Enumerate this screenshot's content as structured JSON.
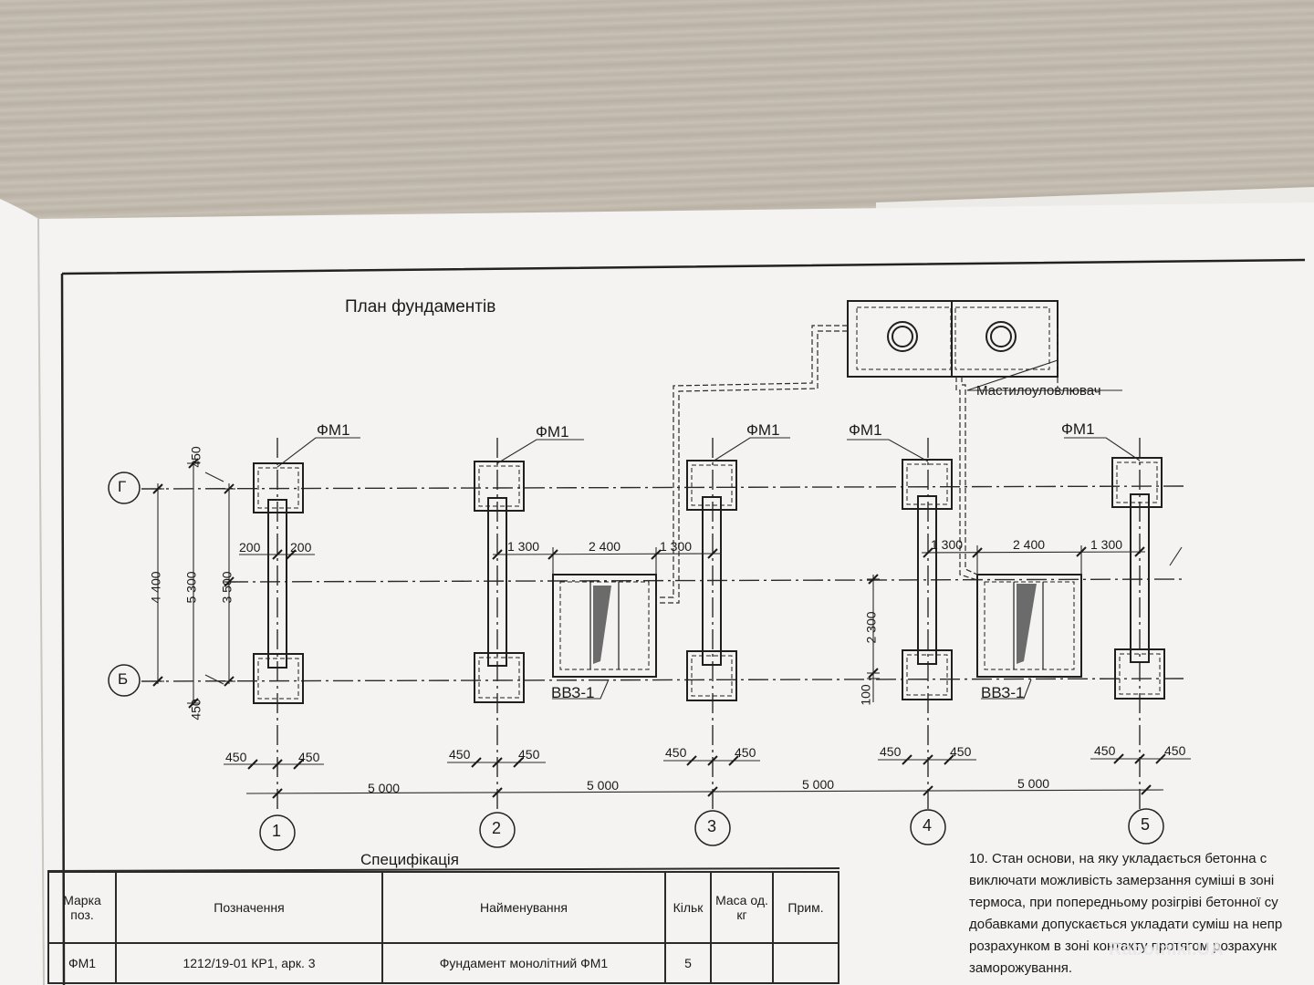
{
  "drawing": {
    "title": "План фундаментів",
    "grease_trap_label": "Мастилоуловлювач",
    "foundation_mark": "ФМ1",
    "pit_mark": "ВВЗ-1",
    "row_axes": [
      "Г",
      "Б"
    ],
    "column_axes": [
      "1",
      "2",
      "3",
      "4",
      "5"
    ],
    "dimensions": {
      "d450": "450",
      "d200": "200",
      "d1300": "1 300",
      "d2400": "2 400",
      "d4400": "4 400",
      "d5300": "5 300",
      "d3500": "3 500",
      "d2300": "2 300",
      "d100": "100",
      "d5000": "5 000"
    }
  },
  "specification": {
    "title": "Специфікація",
    "headers": {
      "mark": "Марка поз.",
      "designation": "Позначення",
      "name": "Найменування",
      "qty": "Кільк",
      "mass": "Маса од. кг",
      "note": "Прим."
    },
    "rows": [
      {
        "mark": "ФМ1",
        "designation": "1212/19-01 КР1, арк. 3",
        "name": "Фундамент монолітний ФМ1",
        "qty": "5",
        "mass": "",
        "note": ""
      }
    ]
  },
  "notes_text": [
    "10. Стан основи, на яку укладається бетонна с",
    "виключати можливість замерзання суміші в зоні",
    "термоса, при попередньому розігріві бетонної су",
    "добавками допускається укладати суміш на непр",
    "розрахунком в зоні контакту протягом розрахунк",
    "заморожування."
  ],
  "watermark": "Rabotniki.UA"
}
